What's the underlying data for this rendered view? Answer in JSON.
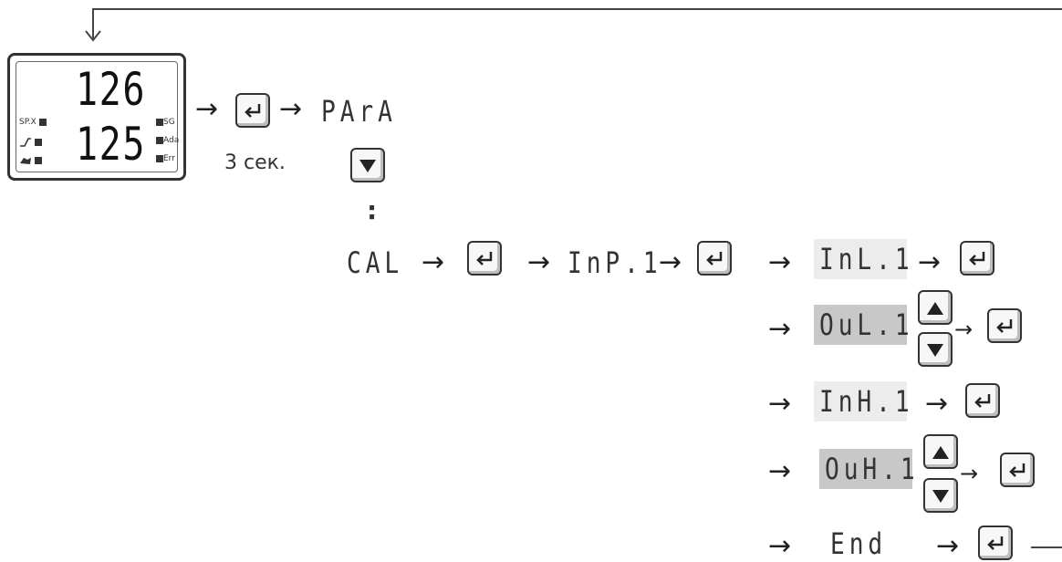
{
  "device": {
    "top_value": "126",
    "bottom_value": "125",
    "left_indicators": [
      "SP.X",
      "",
      ""
    ],
    "right_indicators": [
      "SG",
      "Ada",
      "Err"
    ]
  },
  "hold_label": "3 сек.",
  "menu": {
    "para": "PArA",
    "ellipsis": ":",
    "cal": "CAL",
    "inp": "InP.1",
    "steps": [
      {
        "code": "InL.1",
        "shade": "light"
      },
      {
        "code": "OuL.1",
        "shade": "dark"
      },
      {
        "code": "InH.1",
        "shade": "light"
      },
      {
        "code": "OuH.1",
        "shade": "dark"
      },
      {
        "code": "End",
        "shade": "none"
      }
    ]
  },
  "icons": {
    "enter": "enter-key-icon",
    "up": "up-key-icon",
    "down": "down-key-icon",
    "step_arrow": "right-arrow-icon"
  }
}
